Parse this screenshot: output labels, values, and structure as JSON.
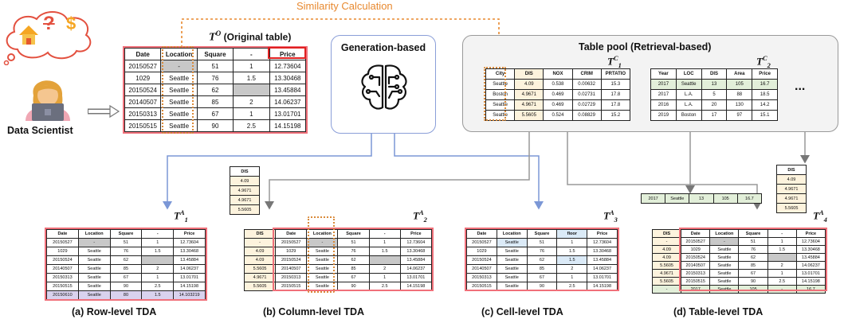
{
  "similarity_label": "Similarity Calculation",
  "thought_icons": {
    "question": "?",
    "dollar": "$"
  },
  "data_scientist": "Data Scientist",
  "original": {
    "title_sym": "T",
    "title_sup": "O",
    "title_text": "(Original table)",
    "headers": [
      "Date",
      "Location",
      "Square",
      "-",
      "Price"
    ],
    "rows": [
      [
        "20150527",
        "-",
        "51",
        "1",
        "12.73604"
      ],
      [
        "1029",
        "Seattle",
        "76",
        "1.5",
        "13.30468"
      ],
      [
        "20150524",
        "Seattle",
        "62",
        "",
        "13.45884"
      ],
      [
        "20140507",
        "Seattle",
        "85",
        "2",
        "14.06237"
      ],
      [
        "20150313",
        "Seattle",
        "67",
        "1",
        "13.01701"
      ],
      [
        "20150515",
        "Seattle",
        "90",
        "2.5",
        "14.15198"
      ]
    ]
  },
  "generation": {
    "label": "Generation-based"
  },
  "pool": {
    "label": "Table pool (Retrieval-based)",
    "ellipsis": "...",
    "t1": {
      "sym": "T",
      "sup": "C",
      "sub": "1",
      "headers": [
        "City",
        "DIS",
        "NOX",
        "CRIM",
        "PRTATIO"
      ],
      "rows": [
        [
          "Seattle",
          "4.09",
          "0.538",
          "0.00632",
          "15.3"
        ],
        [
          "Boston",
          "4.9671",
          "0.469",
          "0.02731",
          "17.8"
        ],
        [
          "Seattle",
          "4.9671",
          "0.469",
          "0.02729",
          "17.8"
        ],
        [
          "Seattle",
          "5.5605",
          "0.524",
          "0.08829",
          "15.2"
        ]
      ]
    },
    "t2": {
      "sym": "T",
      "sup": "C",
      "sub": "2",
      "headers": [
        "Year",
        "LOC",
        "DIS",
        "Area",
        "Price"
      ],
      "rows": [
        [
          "2017",
          "Seattle",
          "13",
          "105",
          "16.7"
        ],
        [
          "2017",
          "L.A.",
          "5",
          "88",
          "18.5"
        ],
        [
          "2016",
          "L.A.",
          "20",
          "130",
          "14.2"
        ],
        [
          "2019",
          "Boston",
          "17",
          "97",
          "15.1"
        ]
      ]
    }
  },
  "row_tda": {
    "sym": "T",
    "sup": "A",
    "sub": "1",
    "caption": "(a)  Row-level TDA",
    "headers": [
      "Date",
      "Location",
      "Square",
      "-",
      "Price"
    ],
    "rows": [
      [
        "20150527",
        "-",
        "51",
        "1",
        "12.73604"
      ],
      [
        "1029",
        "Seattle",
        "76",
        "1.5",
        "13.30468"
      ],
      [
        "20150524",
        "Seattle",
        "62",
        "",
        "13.45884"
      ],
      [
        "20140507",
        "Seattle",
        "85",
        "2",
        "14.06237"
      ],
      [
        "20150313",
        "Seattle",
        "67",
        "1",
        "13.01701"
      ],
      [
        "20150515",
        "Seattle",
        "90",
        "2.5",
        "14.15198"
      ],
      [
        "20150610",
        "Seattle",
        "80",
        "1.5",
        "14.103219"
      ]
    ]
  },
  "dis_column": {
    "header": "DIS",
    "values": [
      "4.09",
      "4.9671",
      "4.9671",
      "5.5605"
    ]
  },
  "col_tda": {
    "sym": "T",
    "sup": "A",
    "sub": "2",
    "caption": "(b)  Column-level TDA",
    "headers": [
      "DIS",
      "Date",
      "Location",
      "Square",
      "-",
      "Price"
    ],
    "rows": [
      [
        "-",
        "20150527",
        "-",
        "51",
        "1",
        "12.73604"
      ],
      [
        "4.09",
        "1029",
        "Seattle",
        "76",
        "1.5",
        "13.30468"
      ],
      [
        "4.09",
        "20150524",
        "Seattle",
        "62",
        "",
        "13.45884"
      ],
      [
        "5.5605",
        "20140507",
        "Seattle",
        "85",
        "2",
        "14.06237"
      ],
      [
        "4.9671",
        "20150313",
        "Seattle",
        "67",
        "1",
        "13.01701"
      ],
      [
        "5.5605",
        "20150515",
        "Seattle",
        "90",
        "2.5",
        "14.15198"
      ]
    ]
  },
  "cell_tda": {
    "sym": "T",
    "sup": "A",
    "sub": "3",
    "caption": "(c)  Cell-level TDA",
    "headers": [
      "Date",
      "Location",
      "Square",
      "floor",
      "Price"
    ],
    "rows": [
      [
        "20150527",
        "Seattle",
        "51",
        "1",
        "12.73604"
      ],
      [
        "1029",
        "Seattle",
        "76",
        "1.5",
        "13.30468"
      ],
      [
        "20150524",
        "Seattle",
        "62",
        "1.5",
        "13.45884"
      ],
      [
        "20140507",
        "Seattle",
        "85",
        "2",
        "14.06237"
      ],
      [
        "20150313",
        "Seattle",
        "67",
        "1",
        "13.01701"
      ],
      [
        "20150515",
        "Seattle",
        "90",
        "2.5",
        "14.15198"
      ]
    ]
  },
  "row_strip": [
    "2017",
    "Seattle",
    "13",
    "105",
    "16.7"
  ],
  "dis_column2": {
    "header": "DIS",
    "values": [
      "4.09",
      "4.9671",
      "4.9671",
      "5.5605"
    ]
  },
  "table_tda": {
    "sym": "T",
    "sup": "A",
    "sub": "4",
    "caption": "(d)  Table-level TDA",
    "headers": [
      "DIS",
      "Date",
      "Location",
      "Square",
      "-",
      "Price"
    ],
    "rows": [
      [
        "-",
        "20150527",
        "-",
        "51",
        "1",
        "12.73604"
      ],
      [
        "4.09",
        "1029",
        "Seattle",
        "76",
        "1.5",
        "13.30468"
      ],
      [
        "4.09",
        "20150524",
        "Seattle",
        "62",
        "",
        "13.45884"
      ],
      [
        "5.5605",
        "20140507",
        "Seattle",
        "85",
        "2",
        "14.06237"
      ],
      [
        "4.9671",
        "20150313",
        "Seattle",
        "67",
        "1",
        "13.01701"
      ],
      [
        "5.5605",
        "20150515",
        "Seattle",
        "90",
        "2.5",
        "14.15198"
      ],
      [
        "-",
        "2017",
        "Seattle",
        "105",
        "-",
        "16.7"
      ]
    ]
  }
}
